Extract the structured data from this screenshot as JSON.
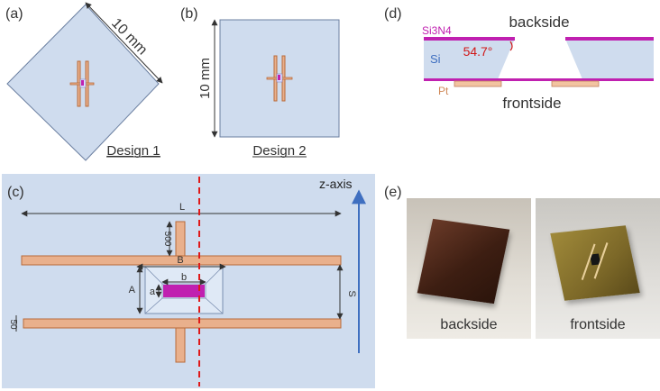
{
  "panels": {
    "a": {
      "tag": "(a)",
      "dim": "10 mm",
      "caption": "Design 1"
    },
    "b": {
      "tag": "(b)",
      "dim": "10 mm",
      "caption": "Design 2"
    },
    "c": {
      "tag": "(c)",
      "axis": "z-axis",
      "L": "L",
      "dim500": "500",
      "B": "B",
      "b": "b",
      "A": "A",
      "a": "a",
      "S": "S",
      "dim50": "50"
    },
    "d": {
      "tag": "(d)",
      "si3n4": "Si3N4",
      "backside": "backside",
      "angle": "54.7°",
      "si": "Si",
      "pt": "Pt",
      "frontside": "frontside"
    },
    "e": {
      "tag": "(e)",
      "photo1": "backside",
      "photo2": "frontside"
    }
  },
  "colors": {
    "membrane": "#cfdcee",
    "copper": "#e9b08c",
    "copper_stroke": "#b86a3a",
    "heater": "#c020b0",
    "red_line": "#e01818",
    "axis_blue": "#3f6fc0",
    "pt": "#f2c4a0"
  }
}
